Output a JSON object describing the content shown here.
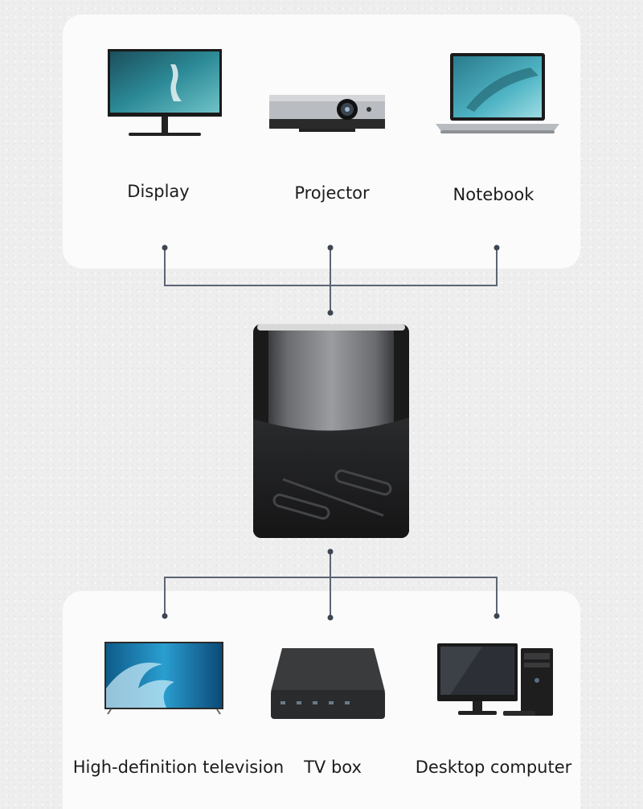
{
  "top_devices": [
    {
      "label": "Display",
      "icon": "monitor-icon"
    },
    {
      "label": "Projector",
      "icon": "projector-icon"
    },
    {
      "label": "Notebook",
      "icon": "laptop-icon"
    }
  ],
  "bottom_devices": [
    {
      "label": "High-definition television",
      "icon": "tv-icon"
    },
    {
      "label": "TV box",
      "icon": "tv-box-icon"
    },
    {
      "label": "Desktop computer",
      "icon": "desktop-computer-icon"
    }
  ],
  "center_device": {
    "icon": "adapter-icon"
  },
  "colors": {
    "line": "#5b6573",
    "card": "#fbfbfb",
    "background": "#eeeeee"
  }
}
